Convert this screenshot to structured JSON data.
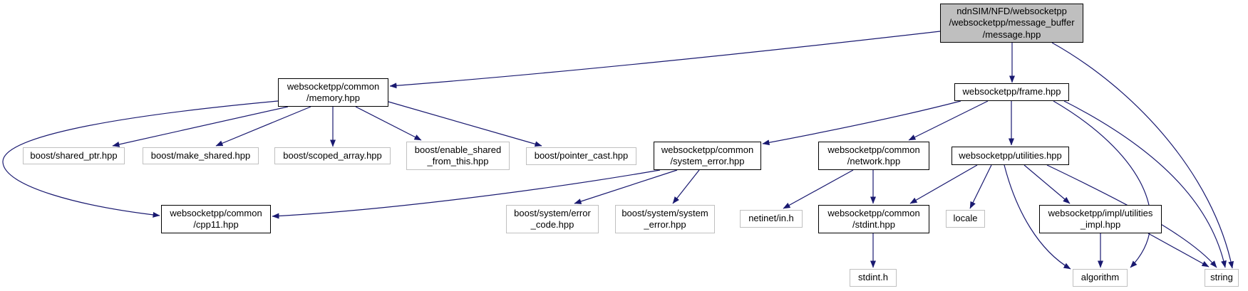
{
  "colors": {
    "edge": "#191970",
    "main_node_fill": "#bfbfbf",
    "internal_node_border": "#000000",
    "external_node_border": "#c0c0c0",
    "node_fill": "#ffffff",
    "text": "#000000"
  },
  "nodes": [
    {
      "id": "message",
      "type": "main",
      "interactable": false,
      "label": "ndnSIM/NFD/websocketpp/websocketpp/message_buffer/message.hpp",
      "lines": [
        "ndnSIM/NFD/websocketpp",
        "/websocketpp/message_buffer",
        "/message.hpp"
      ]
    },
    {
      "id": "memory",
      "type": "internal",
      "interactable": true,
      "label": "websocketpp/common/memory.hpp",
      "lines": [
        "websocketpp/common",
        "/memory.hpp"
      ]
    },
    {
      "id": "frame",
      "type": "internal",
      "interactable": true,
      "label": "websocketpp/frame.hpp",
      "lines": [
        "websocketpp/frame.hpp"
      ]
    },
    {
      "id": "shared_ptr",
      "type": "external",
      "interactable": false,
      "label": "boost/shared_ptr.hpp",
      "lines": [
        "boost/shared_ptr.hpp"
      ]
    },
    {
      "id": "make_shared",
      "type": "external",
      "interactable": false,
      "label": "boost/make_shared.hpp",
      "lines": [
        "boost/make_shared.hpp"
      ]
    },
    {
      "id": "scoped_array",
      "type": "external",
      "interactable": false,
      "label": "boost/scoped_array.hpp",
      "lines": [
        "boost/scoped_array.hpp"
      ]
    },
    {
      "id": "enable_shared",
      "type": "external",
      "interactable": false,
      "label": "boost/enable_shared_from_this.hpp",
      "lines": [
        "boost/enable_shared",
        "_from_this.hpp"
      ]
    },
    {
      "id": "pointer_cast",
      "type": "external",
      "interactable": false,
      "label": "boost/pointer_cast.hpp",
      "lines": [
        "boost/pointer_cast.hpp"
      ]
    },
    {
      "id": "system_error_ws",
      "type": "internal",
      "interactable": true,
      "label": "websocketpp/common/system_error.hpp",
      "lines": [
        "websocketpp/common",
        "/system_error.hpp"
      ]
    },
    {
      "id": "network",
      "type": "internal",
      "interactable": true,
      "label": "websocketpp/common/network.hpp",
      "lines": [
        "websocketpp/common",
        "/network.hpp"
      ]
    },
    {
      "id": "utilities",
      "type": "internal",
      "interactable": true,
      "label": "websocketpp/utilities.hpp",
      "lines": [
        "websocketpp/utilities.hpp"
      ]
    },
    {
      "id": "cpp11",
      "type": "internal",
      "interactable": true,
      "label": "websocketpp/common/cpp11.hpp",
      "lines": [
        "websocketpp/common",
        "/cpp11.hpp"
      ]
    },
    {
      "id": "error_code",
      "type": "external",
      "interactable": false,
      "label": "boost/system/error_code.hpp",
      "lines": [
        "boost/system/error",
        "_code.hpp"
      ]
    },
    {
      "id": "boost_system_error",
      "type": "external",
      "interactable": false,
      "label": "boost/system/system_error.hpp",
      "lines": [
        "boost/system/system",
        "_error.hpp"
      ]
    },
    {
      "id": "netinet",
      "type": "external",
      "interactable": false,
      "label": "netinet/in.h",
      "lines": [
        "netinet/in.h"
      ]
    },
    {
      "id": "stdint_hpp",
      "type": "internal",
      "interactable": true,
      "label": "websocketpp/common/stdint.hpp",
      "lines": [
        "websocketpp/common",
        "/stdint.hpp"
      ]
    },
    {
      "id": "locale",
      "type": "external",
      "interactable": false,
      "label": "locale",
      "lines": [
        "locale"
      ]
    },
    {
      "id": "utilities_impl",
      "type": "internal",
      "interactable": true,
      "label": "websocketpp/impl/utilities_impl.hpp",
      "lines": [
        "websocketpp/impl/utilities",
        "_impl.hpp"
      ]
    },
    {
      "id": "stdint_h",
      "type": "external",
      "interactable": false,
      "label": "stdint.h",
      "lines": [
        "stdint.h"
      ]
    },
    {
      "id": "algorithm",
      "type": "external",
      "interactable": false,
      "label": "algorithm",
      "lines": [
        "algorithm"
      ]
    },
    {
      "id": "string",
      "type": "external",
      "interactable": false,
      "label": "string",
      "lines": [
        "string"
      ]
    }
  ],
  "edges": [
    {
      "from": "message",
      "to": "memory"
    },
    {
      "from": "message",
      "to": "frame"
    },
    {
      "from": "message",
      "to": "string"
    },
    {
      "from": "memory",
      "to": "shared_ptr"
    },
    {
      "from": "memory",
      "to": "make_shared"
    },
    {
      "from": "memory",
      "to": "scoped_array"
    },
    {
      "from": "memory",
      "to": "enable_shared"
    },
    {
      "from": "memory",
      "to": "pointer_cast"
    },
    {
      "from": "memory",
      "to": "cpp11"
    },
    {
      "from": "frame",
      "to": "system_error_ws"
    },
    {
      "from": "frame",
      "to": "network"
    },
    {
      "from": "frame",
      "to": "utilities"
    },
    {
      "from": "frame",
      "to": "algorithm"
    },
    {
      "from": "frame",
      "to": "string"
    },
    {
      "from": "system_error_ws",
      "to": "error_code"
    },
    {
      "from": "system_error_ws",
      "to": "boost_system_error"
    },
    {
      "from": "system_error_ws",
      "to": "cpp11"
    },
    {
      "from": "network",
      "to": "netinet"
    },
    {
      "from": "network",
      "to": "stdint_hpp"
    },
    {
      "from": "utilities",
      "to": "locale"
    },
    {
      "from": "utilities",
      "to": "stdint_hpp"
    },
    {
      "from": "utilities",
      "to": "utilities_impl"
    },
    {
      "from": "utilities",
      "to": "algorithm"
    },
    {
      "from": "utilities",
      "to": "string"
    },
    {
      "from": "stdint_hpp",
      "to": "stdint_h"
    },
    {
      "from": "utilities_impl",
      "to": "algorithm"
    },
    {
      "from": "utilities_impl",
      "to": "string"
    }
  ]
}
